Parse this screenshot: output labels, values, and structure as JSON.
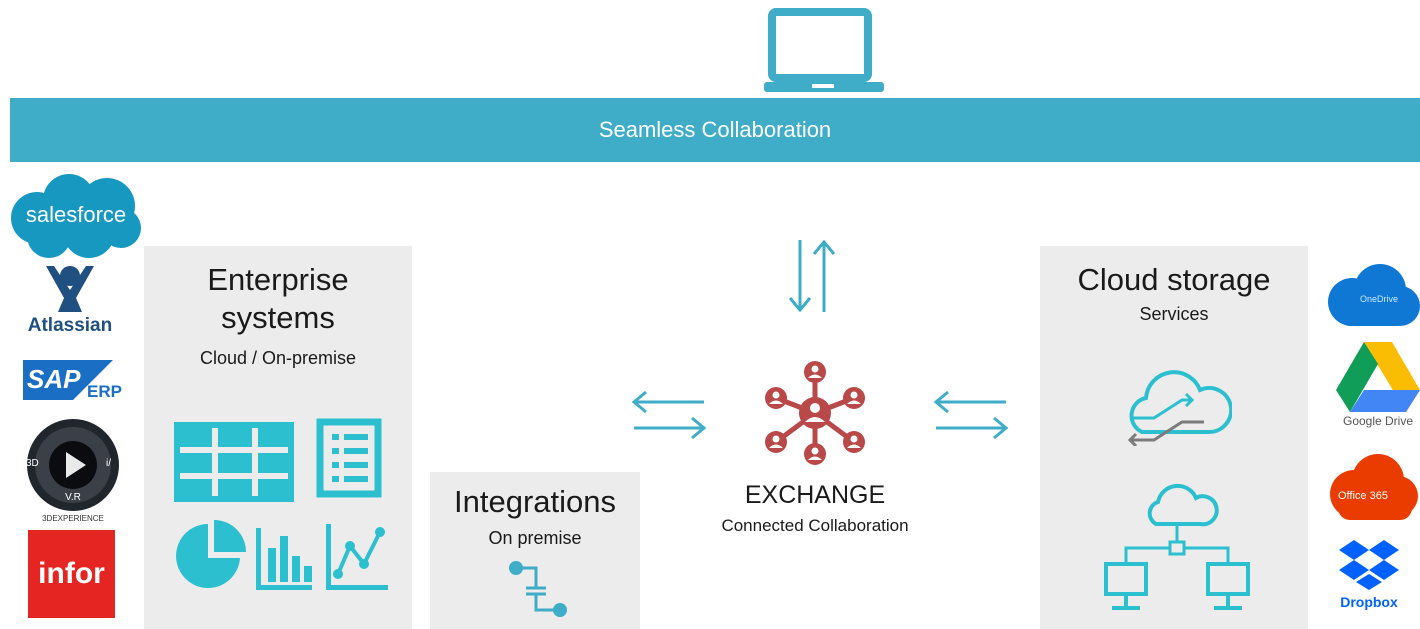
{
  "banner": {
    "label": "Seamless Collaboration"
  },
  "enterprise": {
    "title_line1": "Enterprise",
    "title_line2": "systems",
    "subtitle": "Cloud / On-premise"
  },
  "integrations": {
    "title": "Integrations",
    "subtitle": "On premise"
  },
  "exchange": {
    "title": "EXCHANGE",
    "subtitle": "Connected Collaboration"
  },
  "cloud": {
    "title": "Cloud storage",
    "subtitle": "Services"
  },
  "left_logos": {
    "salesforce": "salesforce",
    "atlassian": "Atlassian",
    "sap": "SAP",
    "sap_erp": "ERP",
    "threed_label": "3DEXPERIENCE",
    "threed_left": "3D",
    "threed_right": "i/",
    "threed_bottom": "V.R",
    "infor": "infor"
  },
  "right_logos": {
    "onedrive": "OneDrive",
    "google_drive": "Google Drive",
    "office365": "Office 365",
    "dropbox": "Dropbox"
  },
  "colors": {
    "accent": "#3fadc8",
    "icon_teal": "#2bbfcf",
    "exchange_red": "#b94848",
    "panel_gray": "#ececec"
  }
}
